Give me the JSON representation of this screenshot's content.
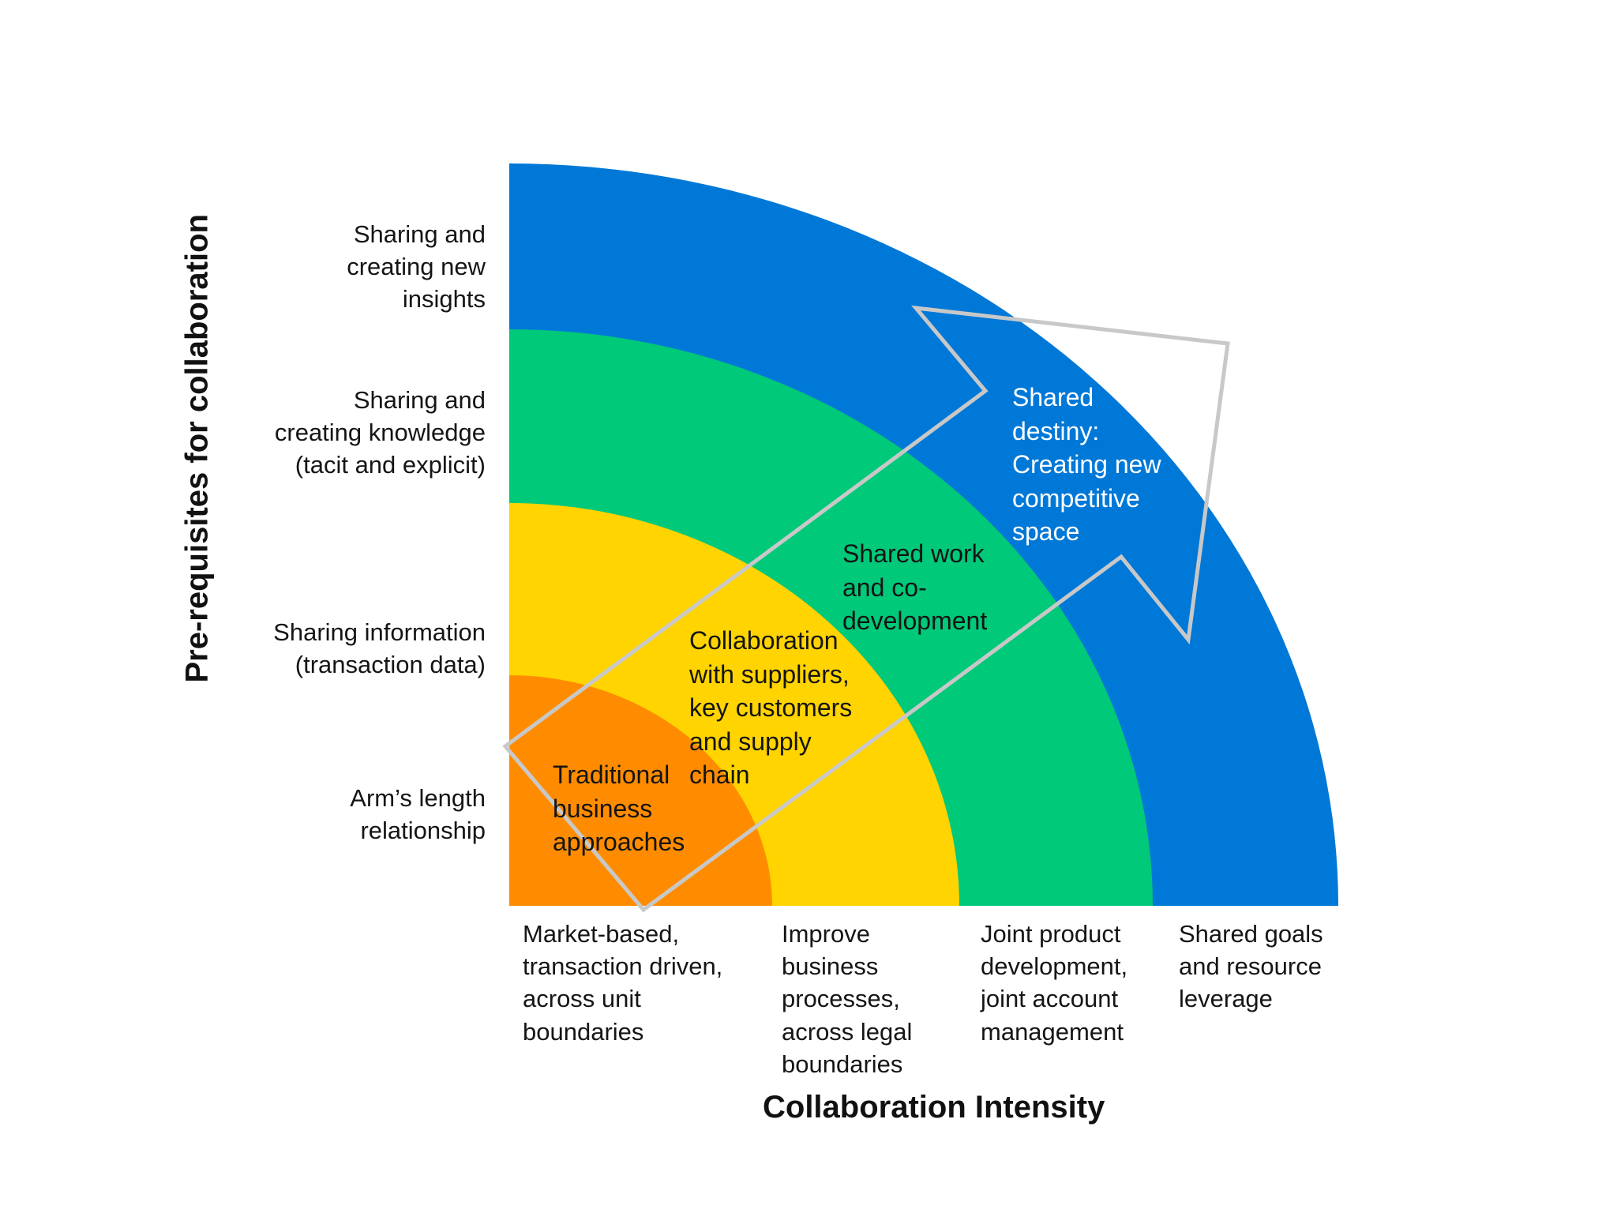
{
  "diagram": {
    "rings": [
      {
        "id": "traditional",
        "label": "Traditional business approaches",
        "color": "#FF8C00"
      },
      {
        "id": "collaboration",
        "label": "Collaboration with suppliers, key customers and supply chain",
        "color": "#FFD400"
      },
      {
        "id": "shared-work",
        "label": "Shared work and co-development",
        "color": "#00C97A"
      },
      {
        "id": "shared-destiny",
        "label": "Shared destiny: Creating new competitive space",
        "color": "#0078D7"
      }
    ],
    "arrow_outline_color": "#C8C8C8"
  },
  "y_axis": {
    "title": "Pre-requisites for collaboration",
    "labels": [
      "Sharing and creating new insights",
      "Sharing and creating knowledge (tacit and explicit)",
      "Sharing information (transaction data)",
      "Arm’s length relationship"
    ]
  },
  "x_axis": {
    "title": "Collaboration Intensity",
    "labels": [
      "Market-based, transaction driven, across unit boundaries",
      "Improve business processes, across legal boundaries",
      "Joint product development, joint account management",
      "Shared goals and resource leverage"
    ]
  }
}
